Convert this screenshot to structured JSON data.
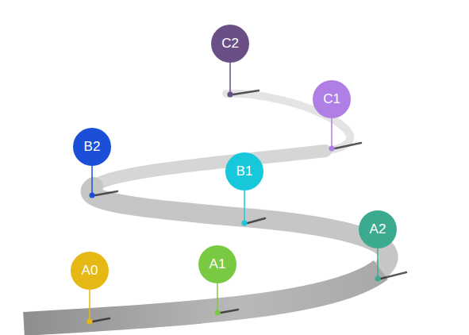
{
  "diagram": {
    "nodes": [
      {
        "text": [
          "A0"
        ]
      },
      {
        "text": [
          "A1"
        ]
      },
      {
        "text": [
          "A2"
        ]
      },
      {
        "text": [
          "B1"
        ]
      },
      {
        "text": [
          "B2"
        ]
      },
      {
        "text": [
          "C1"
        ]
      },
      {
        "text": [
          "C2"
        ]
      }
    ]
  }
}
